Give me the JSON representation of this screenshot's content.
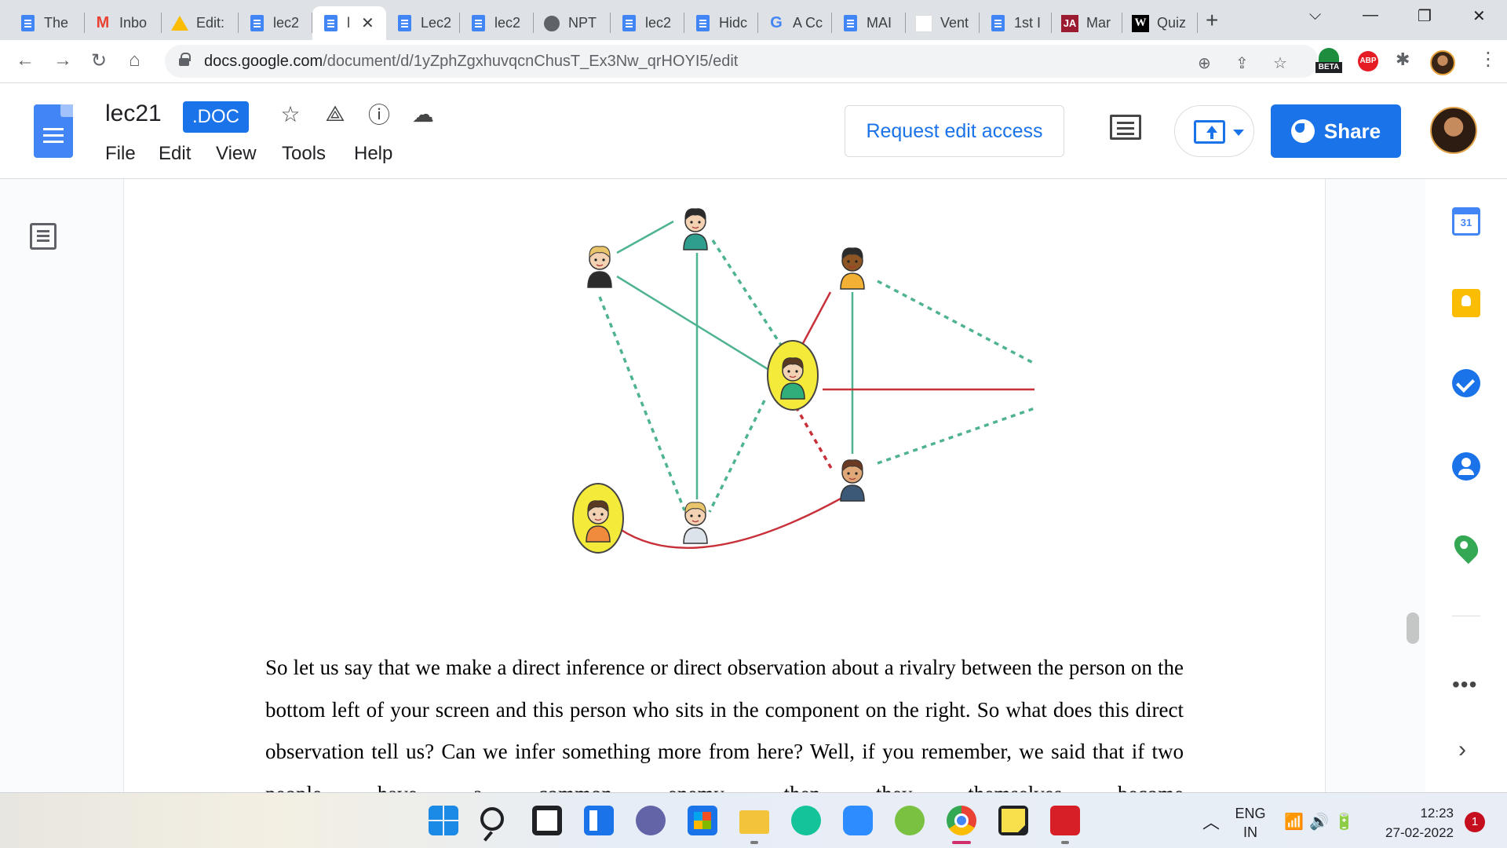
{
  "browser": {
    "tabs": [
      {
        "label": "The",
        "icon": "docs-icon"
      },
      {
        "label": "Inbo",
        "icon": "gmail-icon"
      },
      {
        "label": "Edit:",
        "icon": "drive-icon"
      },
      {
        "label": "lec2",
        "icon": "docs-icon"
      },
      {
        "label": "l",
        "icon": "docs-icon",
        "active": true
      },
      {
        "label": "Lec2",
        "icon": "docs-icon"
      },
      {
        "label": "lec2",
        "icon": "docs-icon"
      },
      {
        "label": "NPT",
        "icon": "globe-icon"
      },
      {
        "label": "lec2",
        "icon": "docs-icon"
      },
      {
        "label": "Hidc",
        "icon": "docs-icon"
      },
      {
        "label": "A Cc",
        "icon": "google-icon"
      },
      {
        "label": "MAI",
        "icon": "docs-icon"
      },
      {
        "label": "Vent",
        "icon": "blank-icon"
      },
      {
        "label": "1st I",
        "icon": "docs-icon"
      },
      {
        "label": "Mar",
        "icon": "ja-icon"
      },
      {
        "label": "Quiz",
        "icon": "w-icon"
      }
    ],
    "active_tab_close": "✕",
    "new_tab": "+",
    "window_controls": {
      "dropdown": "⌵",
      "minimize": "—",
      "restore": "❐",
      "close": "✕"
    },
    "nav": {
      "back": "←",
      "forward": "→",
      "reload": "↻",
      "home": "⌂"
    },
    "url_host": "docs.google.com",
    "url_path": "/document/d/1yZphZgxhuvqcnChusT_Ex3Nw_qrHOYI5/edit",
    "extensions": {
      "beta_label": "BETA",
      "abp_label": "ABP",
      "puzzle": "✱"
    },
    "kebab": "⋮"
  },
  "docs": {
    "title": "lec21",
    "badge": ".DOC",
    "menu": [
      "File",
      "Edit",
      "View",
      "Tools",
      "Help"
    ],
    "header_icons": {
      "star": "☆",
      "drive": "⟁",
      "info": "ⓘ",
      "cloud": "☁"
    },
    "request_edit_label": "Request edit access",
    "share_label": "Share"
  },
  "content": {
    "paragraph": "So let us say that we make a direct inference or direct observation about a rivalry between the person on the bottom left of your screen and this person who sits in the component on the right. So what does this direct observation tell us? Can we infer something more from here? Well, if you remember, we said that if two people have a common enemy, then they themselves become"
  },
  "diagram": {
    "colors": {
      "friend": "#4fb392",
      "enemy": "#c8303a",
      "highlight": "#f4ea3a"
    },
    "people": [
      {
        "id": "top-woman",
        "skin": "#f3d2b3",
        "hair": "#2b2b2b",
        "shirt": "#2f9e8f"
      },
      {
        "id": "blonde-woman",
        "skin": "#f3d2b3",
        "hair": "#e9c46a",
        "shirt": "#2b2b2b"
      },
      {
        "id": "dark-man",
        "skin": "#8d5524",
        "hair": "#2b2b2b",
        "shirt": "#f2b134"
      },
      {
        "id": "center-man",
        "skin": "#f3d2b3",
        "hair": "#5a3a22",
        "shirt": "#2fae7a",
        "highlight": true
      },
      {
        "id": "right-woman",
        "skin": "#f3d2b3",
        "hair": "#6b3a2a",
        "shirt": "#57b6d8"
      },
      {
        "id": "bottom-man",
        "skin": "#e0a878",
        "hair": "#6b3a22",
        "shirt": "#3c5a78"
      },
      {
        "id": "bottom-left-man",
        "skin": "#f3d2b3",
        "hair": "#5a3a22",
        "shirt": "#f08a3c",
        "highlight": true
      },
      {
        "id": "bottom-woman",
        "skin": "#f3d2b3",
        "hair": "#e9c46a",
        "shirt": "#dce3ea"
      }
    ]
  },
  "sidepanel": {
    "calendar_day": "31",
    "more": "•••",
    "expand": "›"
  },
  "taskbar": {
    "tray_caret": "︿",
    "lang_line1": "ENG",
    "lang_line2": "IN",
    "wifi": "📶",
    "volume": "🔊",
    "battery": "🔋",
    "time": "12:23",
    "date": "27-02-2022",
    "notifications": "1"
  }
}
